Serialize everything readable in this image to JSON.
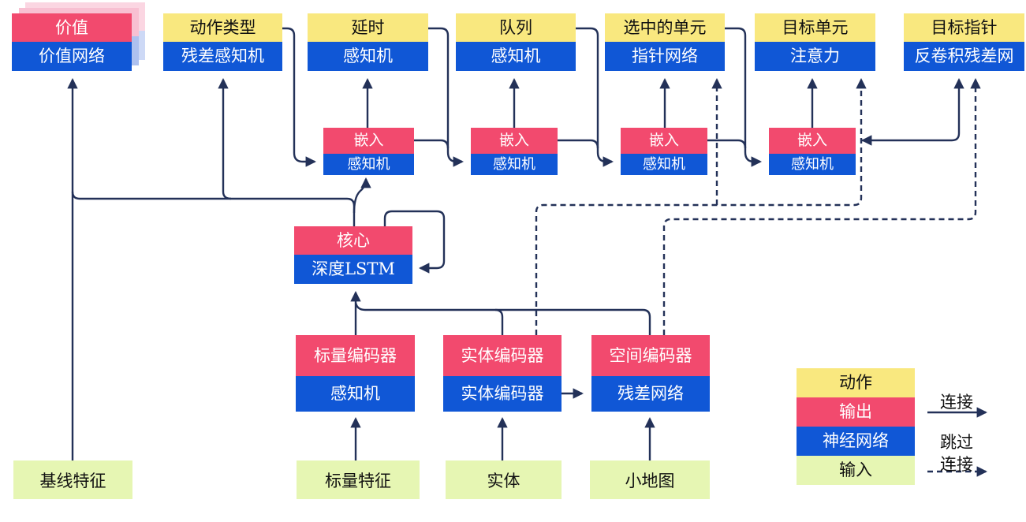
{
  "title": "AlphaStar-style agent architecture (Chinese)",
  "colors": {
    "output_red": "#f24a6e",
    "network_blue": "#1057d6",
    "action_yellow": "#f9e87f",
    "input_green": "#e6f6b3",
    "wire_navy": "#233158",
    "shadow_pink": "#f8c0d2",
    "shadow_blue": "#aec1ef",
    "shadow_pink_far": "#fbd6e2",
    "shadow_blue_far": "#cdd9f6"
  },
  "heads": [
    {
      "top_label": "价值",
      "bottom_label": "价值网络",
      "top_color": "red"
    },
    {
      "top_label": "动作类型",
      "bottom_label": "残差感知机",
      "top_color": "yellow"
    },
    {
      "top_label": "延时",
      "bottom_label": "感知机",
      "top_color": "yellow"
    },
    {
      "top_label": "队列",
      "bottom_label": "感知机",
      "top_color": "yellow"
    },
    {
      "top_label": "选中的单元",
      "bottom_label": "指针网络",
      "top_color": "yellow"
    },
    {
      "top_label": "目标单元",
      "bottom_label": "注意力",
      "top_color": "yellow"
    },
    {
      "top_label": "目标指针",
      "bottom_label": "反卷积残差网",
      "top_color": "yellow"
    }
  ],
  "embeds": [
    {
      "top_label": "嵌入",
      "bottom_label": "感知机"
    },
    {
      "top_label": "嵌入",
      "bottom_label": "感知机"
    },
    {
      "top_label": "嵌入",
      "bottom_label": "感知机"
    },
    {
      "top_label": "嵌入",
      "bottom_label": "感知机"
    }
  ],
  "core": {
    "top_label": "核心",
    "bottom_label": "深度LSTM"
  },
  "encoders": [
    {
      "top_label": "标量编码器",
      "bottom_label": "感知机"
    },
    {
      "top_label": "实体编码器",
      "bottom_label": "实体编码器"
    },
    {
      "top_label": "空间编码器",
      "bottom_label": "残差网络"
    }
  ],
  "inputs": [
    {
      "label": "基线特征"
    },
    {
      "label": "标量特征"
    },
    {
      "label": "实体"
    },
    {
      "label": "小地图"
    }
  ],
  "legend": {
    "swatches": [
      {
        "label": "动作",
        "color": "#f9e87f"
      },
      {
        "label": "输出",
        "color": "#f24a6e"
      },
      {
        "label": "神经网络",
        "color": "#1057d6"
      },
      {
        "label": "输入",
        "color": "#e6f6b3"
      }
    ],
    "connect_label": "连接",
    "skip_label_top": "跳过",
    "skip_label_bottom": "连接"
  },
  "connections": [
    {
      "from": "基线特征",
      "to": "价值网络",
      "style": "solid"
    },
    {
      "from": "核心",
      "to": "价值网络",
      "style": "solid"
    },
    {
      "from": "核心",
      "to": "残差感知机",
      "style": "solid"
    },
    {
      "from": "核心",
      "to": "嵌入1",
      "style": "solid"
    },
    {
      "from": "核心",
      "to": "核心",
      "style": "solid-selfloop"
    },
    {
      "from": "动作类型",
      "to": "嵌入1",
      "style": "solid"
    },
    {
      "from": "嵌入1",
      "to": "延时",
      "style": "solid"
    },
    {
      "from": "嵌入1+延时",
      "to": "嵌入2",
      "style": "solid"
    },
    {
      "from": "嵌入2",
      "to": "队列",
      "style": "solid"
    },
    {
      "from": "嵌入2+队列",
      "to": "嵌入3",
      "style": "solid"
    },
    {
      "from": "嵌入3",
      "to": "选中的单元",
      "style": "solid"
    },
    {
      "from": "嵌入3+选中的单元",
      "to": "嵌入4",
      "style": "solid"
    },
    {
      "from": "嵌入4",
      "to": "目标单元",
      "style": "solid"
    },
    {
      "from": "嵌入4",
      "to": "目标指针",
      "style": "solid"
    },
    {
      "from": "标量编码器",
      "to": "深度LSTM",
      "style": "solid"
    },
    {
      "from": "实体编码器",
      "to": "深度LSTM",
      "style": "solid"
    },
    {
      "from": "空间编码器",
      "to": "深度LSTM",
      "style": "solid"
    },
    {
      "from": "实体编码器",
      "to": "残差网络",
      "style": "solid"
    },
    {
      "from": "标量特征",
      "to": "标量编码器",
      "style": "solid"
    },
    {
      "from": "实体",
      "to": "实体编码器",
      "style": "solid"
    },
    {
      "from": "小地图",
      "to": "空间编码器",
      "style": "solid"
    },
    {
      "from": "实体编码器",
      "to": "指针网络",
      "style": "dashed"
    },
    {
      "from": "实体编码器",
      "to": "注意力",
      "style": "dashed"
    },
    {
      "from": "空间编码器",
      "to": "反卷积残差网",
      "style": "dashed"
    }
  ]
}
